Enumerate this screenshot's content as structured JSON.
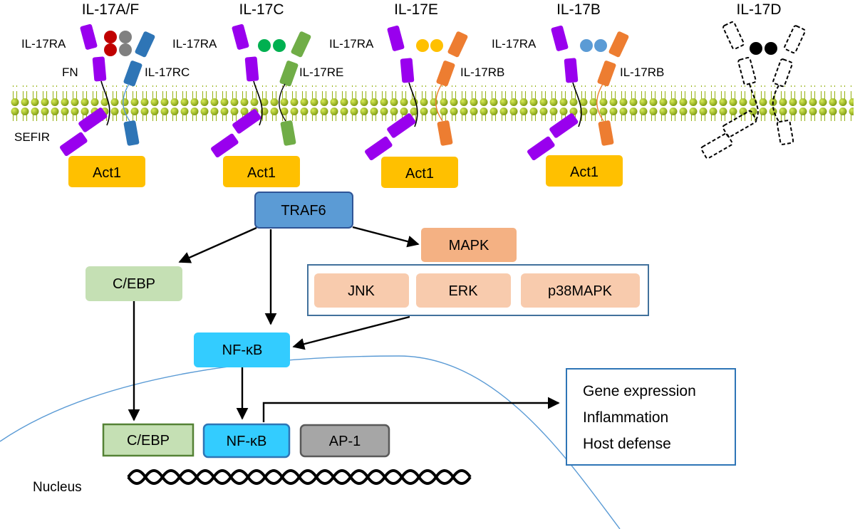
{
  "receptors": [
    {
      "ligand": "IL-17A/F",
      "chain1": "IL-17RA",
      "chain2": "IL-17RC",
      "adaptor": "Act1",
      "fn_label": "FN",
      "sefir_label": "SEFIR"
    },
    {
      "ligand": "IL-17C",
      "chain1": "IL-17RA",
      "chain2": "IL-17RE",
      "adaptor": "Act1"
    },
    {
      "ligand": "IL-17E",
      "chain1": "IL-17RA",
      "chain2": "IL-17RB",
      "adaptor": "Act1"
    },
    {
      "ligand": "IL-17B",
      "chain1": "IL-17RA",
      "chain2": "IL-17RB",
      "adaptor": "Act1"
    },
    {
      "ligand": "IL-17D"
    }
  ],
  "signaling": {
    "traf6": "TRAF6",
    "mapk": "MAPK",
    "mapk_members": [
      "JNK",
      "ERK",
      "p38MAPK"
    ],
    "cebp": "C/EBP",
    "nfkb": "NF-κB"
  },
  "nucleus": {
    "label": "Nucleus",
    "factors": [
      "C/EBP",
      "NF-κB",
      "AP-1"
    ]
  },
  "outcomes": [
    "Gene expression",
    "Inflammation",
    "Host defense"
  ],
  "colors": {
    "membrane_head": "#9ab31a",
    "ra_chain": "#9900ee",
    "rc_chain": "#2e75b6",
    "re_chain": "#70ad47",
    "rb_chain": "#ed7d31",
    "act1": "#ffc000",
    "traf6": "#5b9bd5",
    "mapk": "#f4b183",
    "mapk_member": "#f8cbad",
    "cebp": "#c5e0b4",
    "nfkb": "#33ccff",
    "ap1": "#a6a6a6"
  }
}
